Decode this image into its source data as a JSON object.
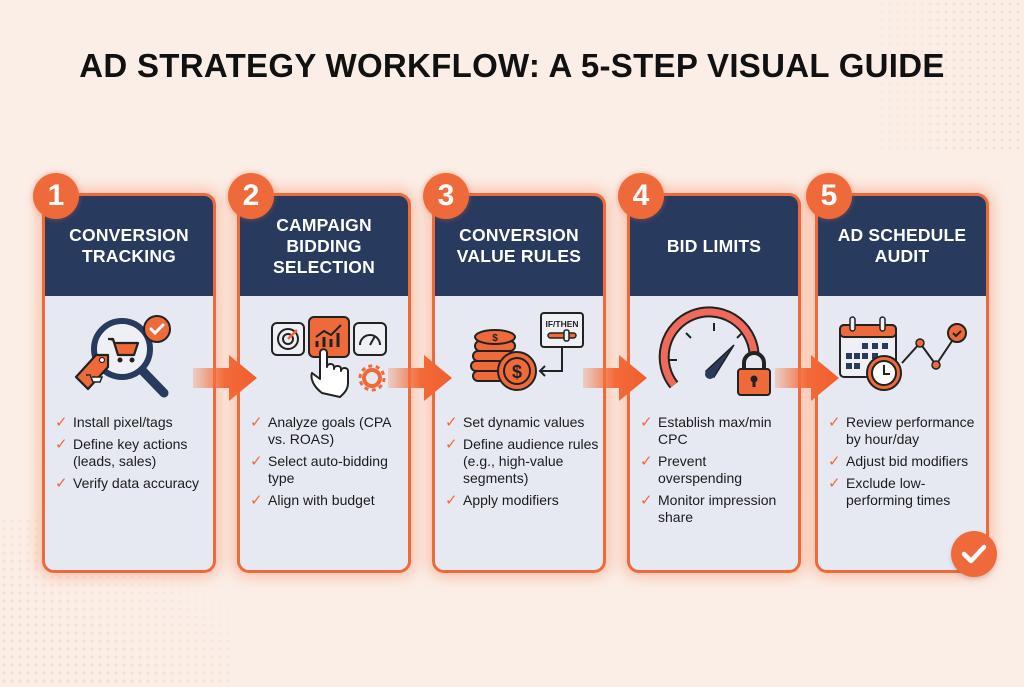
{
  "title": "AD STRATEGY WORKFLOW: A 5-STEP VISUAL GUIDE",
  "colors": {
    "background": "#fbeee7",
    "accent": "#ef6a3a",
    "header": "#283a5e",
    "card_body": "#e6e9f1",
    "text": "#1b1b1b"
  },
  "check_glyph": "✓",
  "steps": [
    {
      "number": "1",
      "title": "CONVERSION TRACKING",
      "icon": "magnifier-cart-tag-check-icon",
      "items": [
        "Install pixel/tags",
        "Define key actions (leads, sales)",
        "Verify data accuracy"
      ]
    },
    {
      "number": "2",
      "title": "CAMPAIGN BIDDING SELECTION",
      "icon": "target-chart-gauge-hand-gear-icon",
      "items": [
        "Analyze goals (CPA vs. ROAS)",
        "Select auto-bidding type",
        "Align with budget"
      ]
    },
    {
      "number": "3",
      "title": "CONVERSION VALUE RULES",
      "icon": "coins-ifthen-slider-icon",
      "icon_label": "IF/THEN",
      "items": [
        "Set dynamic values",
        "Define audience rules (e.g., high-value segments)",
        "Apply modifiers"
      ]
    },
    {
      "number": "4",
      "title": "BID LIMITS",
      "icon": "speedometer-lock-icon",
      "items": [
        "Establish max/min CPC",
        "Prevent overspending",
        "Monitor impression share"
      ]
    },
    {
      "number": "5",
      "title": "AD SCHEDULE AUDIT",
      "icon": "calendar-clock-trend-icon",
      "items": [
        "Review performance by hour/day",
        "Adjust bid modifiers",
        "Exclude low-performing times"
      ]
    }
  ]
}
